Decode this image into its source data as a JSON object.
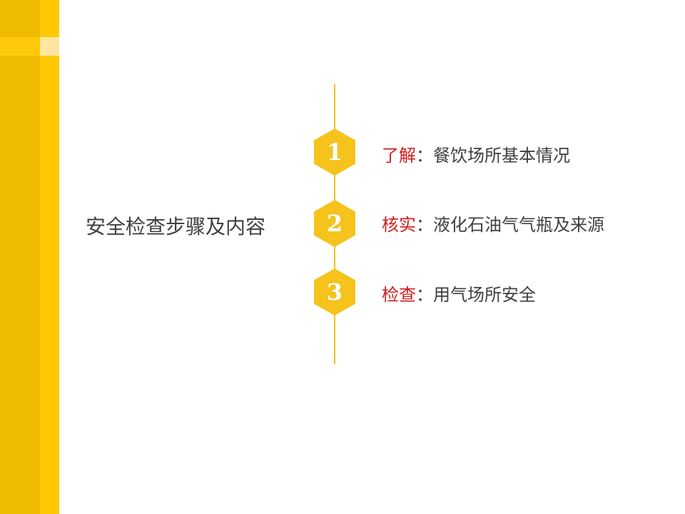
{
  "title": "安全检查步骤及内容",
  "steps": [
    {
      "num": "1",
      "key": "了解",
      "sep": "：",
      "text": "餐饮场所基本情况"
    },
    {
      "num": "2",
      "key": "核实",
      "sep": "：",
      "text": "液化石油气气瓶及来源"
    },
    {
      "num": "3",
      "key": "检查",
      "sep": "：",
      "text": "用气场所安全"
    }
  ],
  "colors": {
    "accent": "#f5c31c",
    "key": "#d01c1c",
    "text": "#404040"
  }
}
